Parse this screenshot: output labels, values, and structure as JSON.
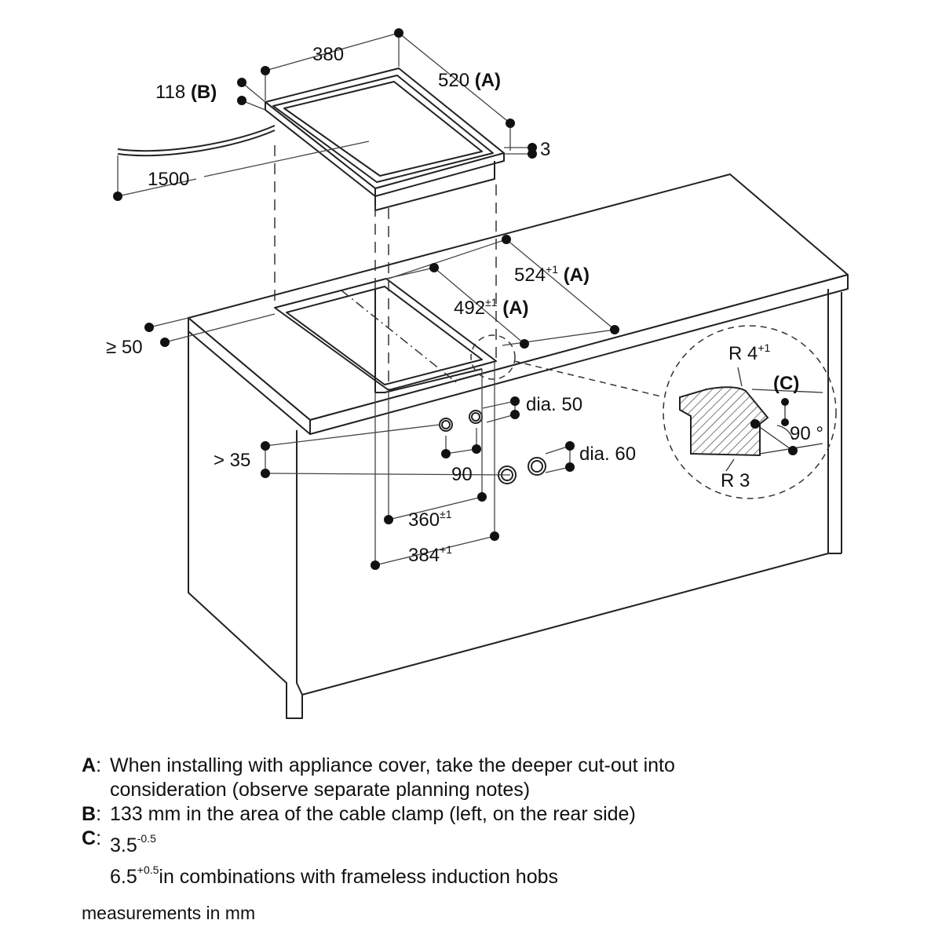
{
  "dimensions": {
    "hob_width": "380",
    "hob_depth": "520",
    "hob_depth_ref": "(A)",
    "hob_height": "118",
    "hob_height_ref": "(B)",
    "rim_height": "3",
    "cable_length": "1500",
    "cutout_depth_max": "524",
    "cutout_depth_max_tol": "+1",
    "cutout_depth_max_ref": "(A)",
    "cutout_depth": "492",
    "cutout_depth_tol": "±1",
    "cutout_depth_ref": "(A)",
    "front_clearance": "≥ 50",
    "wall_clearance": "> 35",
    "hole_small": "dia. 50",
    "hole_large": "dia. 60",
    "hole_spacing": "90",
    "cutout_width": "360",
    "cutout_width_tol": "±1",
    "cutout_width_outer": "384",
    "cutout_width_outer_tol": "+1"
  },
  "detail": {
    "radius_top": "R 4",
    "radius_top_tol": "+1",
    "radius_bottom": "R 3",
    "ref_c": "(C)",
    "angle": "90 °"
  },
  "notes": [
    {
      "key": "A",
      "lines": [
        "When installing with appliance cover, take the deeper cut-out into",
        "consideration (observe separate planning notes)"
      ]
    },
    {
      "key": "B",
      "lines": [
        "133 mm in the area of the cable clamp (left, on the rear side)"
      ]
    },
    {
      "key": "C",
      "value": "3.5",
      "value_sup": "-0.5",
      "line2_value": "6.5",
      "line2_sup": "+0.5",
      "line2_text": "in combinations with frameless induction hobs"
    }
  ],
  "footer": "measurements in mm"
}
